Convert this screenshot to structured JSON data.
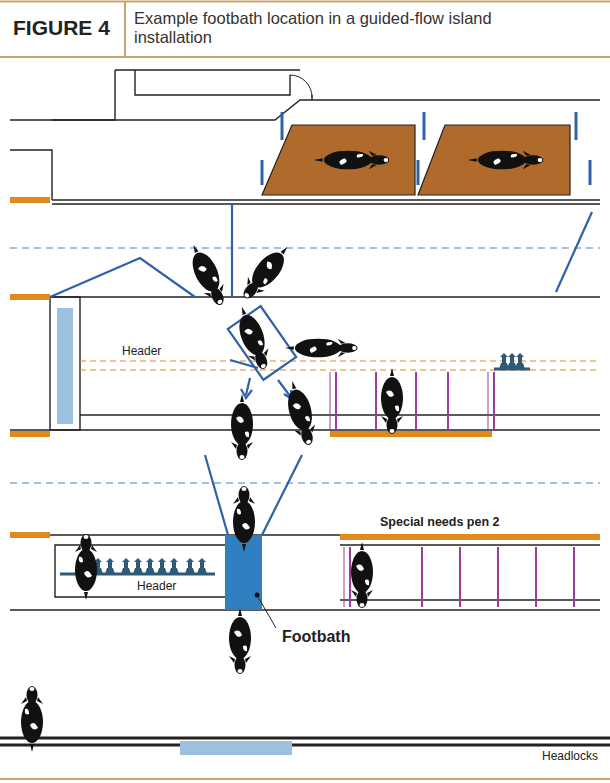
{
  "diagram": {
    "title": "FIGURE 4",
    "caption": "Example footbath location in a guided-flow island installation",
    "labels": [
      "Header",
      "Special needs pen 2",
      "Header",
      "Footbath",
      "Headlocks"
    ]
  }
}
